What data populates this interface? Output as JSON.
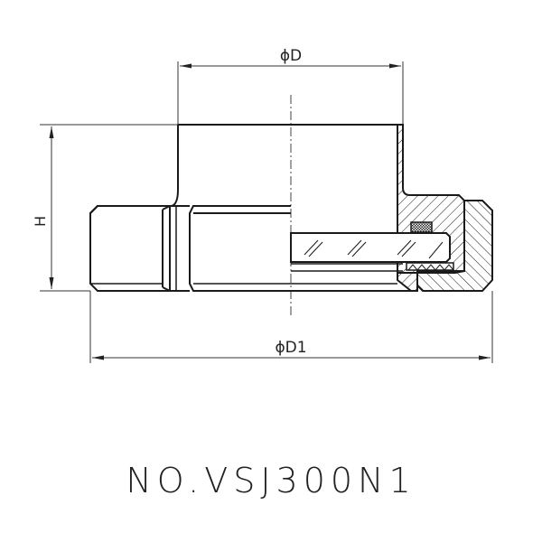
{
  "drawing": {
    "type": "technical-section-drawing",
    "dimensions": {
      "top_diameter": "ϕD",
      "bottom_diameter": "ϕD1",
      "height": "H"
    },
    "model_number": "NO.VSJ300N1",
    "colors": {
      "line": "#1a1a1a",
      "background": "#ffffff"
    }
  }
}
